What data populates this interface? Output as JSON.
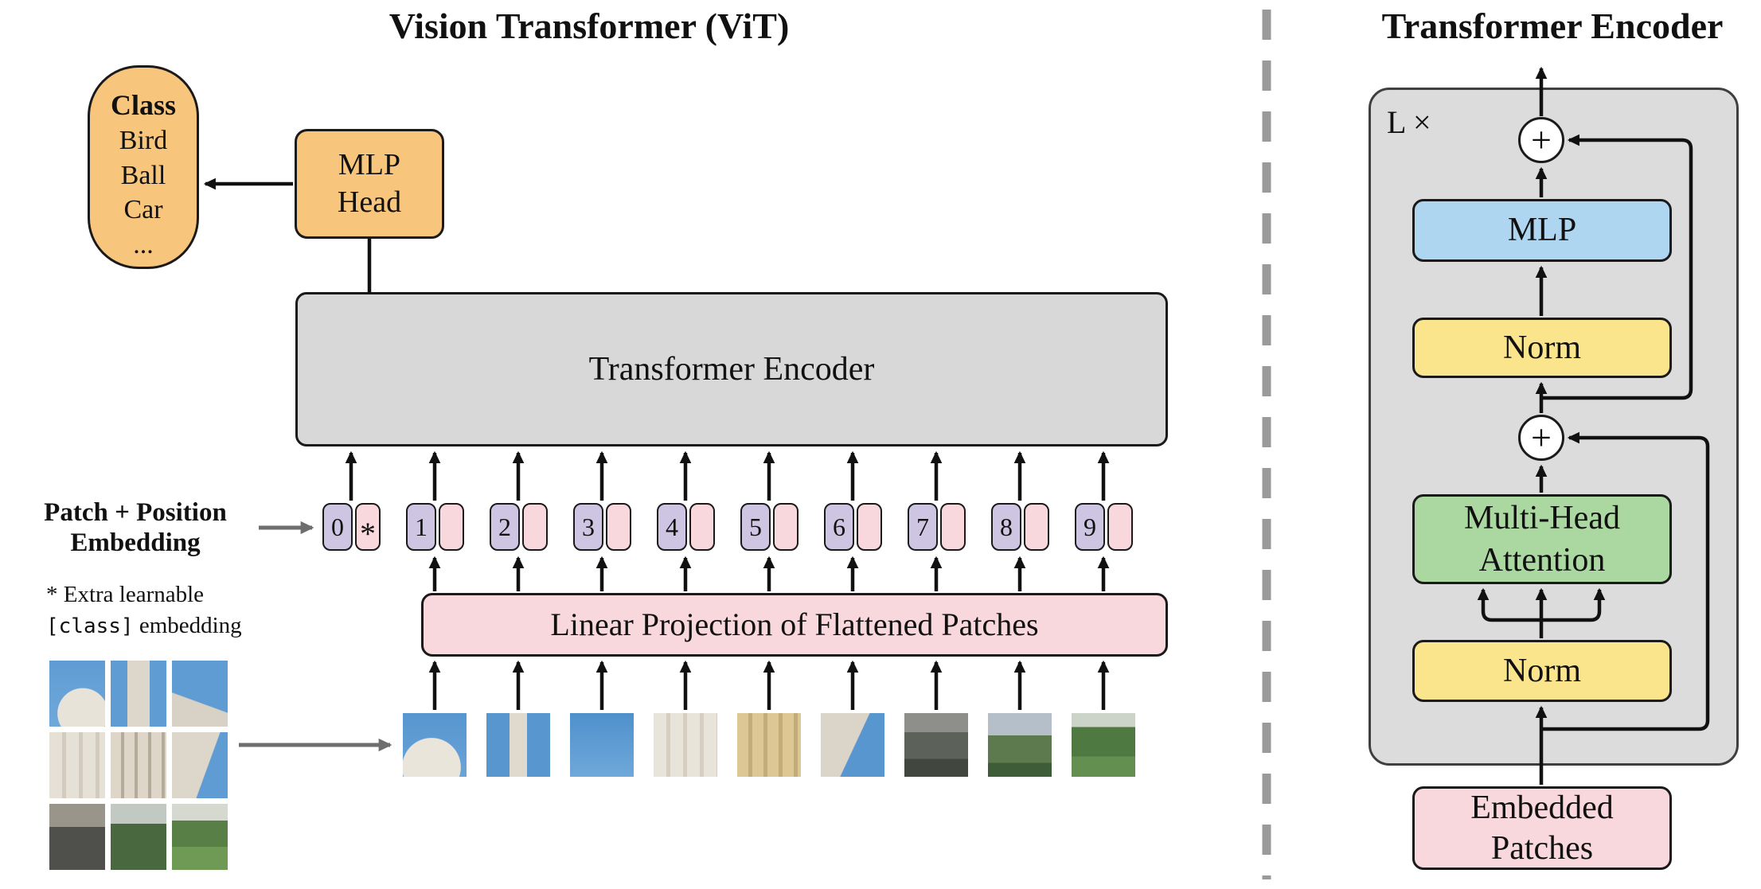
{
  "left": {
    "title": "Vision Transformer (ViT)",
    "class_capsule": {
      "header": "Class",
      "items": [
        "Bird",
        "Ball",
        "Car",
        "..."
      ]
    },
    "mlp_head": {
      "line1": "MLP",
      "line2": "Head"
    },
    "encoder_label": "Transformer Encoder",
    "patch_embed_label": {
      "line1": "Patch + Position",
      "line2": "Embedding"
    },
    "footnote": {
      "star_line": "* Extra learnable",
      "code": "[class]",
      "rest": "embedding"
    },
    "linear_projection_label": "Linear Projection of Flattened Patches",
    "tokens": [
      {
        "num": "0",
        "tag": "*"
      },
      {
        "num": "1",
        "tag": ""
      },
      {
        "num": "2",
        "tag": ""
      },
      {
        "num": "3",
        "tag": ""
      },
      {
        "num": "4",
        "tag": ""
      },
      {
        "num": "5",
        "tag": ""
      },
      {
        "num": "6",
        "tag": ""
      },
      {
        "num": "7",
        "tag": ""
      },
      {
        "num": "8",
        "tag": ""
      },
      {
        "num": "9",
        "tag": ""
      }
    ]
  },
  "right": {
    "title": "Transformer Encoder",
    "loop_label": "L ×",
    "plus_top": "+",
    "plus_bottom": "+",
    "mlp_label": "MLP",
    "norm_top_label": "Norm",
    "mha_label": {
      "line1": "Multi-Head",
      "line2": "Attention"
    },
    "norm_bottom_label": "Norm",
    "embedded_patches": {
      "line1": "Embedded",
      "line2": "Patches"
    }
  },
  "colors": {
    "orange": "#F8C57C",
    "gray_encoder_box": "#D8D8D8",
    "purple_token": "#CDC5E2",
    "pink": "#F8D8DD",
    "blue_mlp": "#AFD6F0",
    "yellow_norm": "#FBE58C",
    "green_attention": "#ABD7A0",
    "right_panel_gray": "#DCDCDC"
  }
}
